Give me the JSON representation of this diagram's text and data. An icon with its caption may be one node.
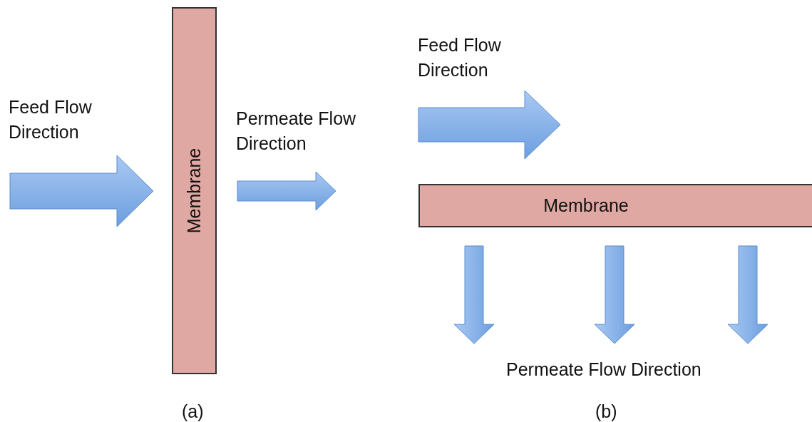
{
  "diagram": {
    "nodes": [
      {
        "text": [
          "Membrane"
        ]
      },
      {
        "text": [
          "Membrane"
        ]
      }
    ],
    "labels": [
      "Feed Flow Direction",
      "Permeate Flow Direction",
      "Feed Flow Direction",
      "Permeate Flow Direction",
      "(a)",
      "(b)"
    ]
  }
}
